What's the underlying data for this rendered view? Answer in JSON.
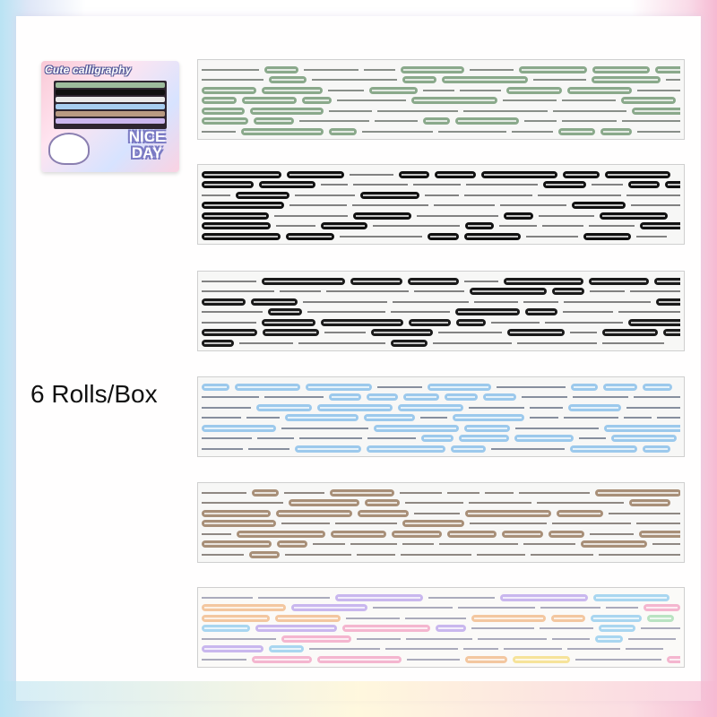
{
  "product_box": {
    "title": "Cute calligraphy",
    "nice_text_line1": "NICE",
    "nice_text_line2": "DAY"
  },
  "label": "6 Rolls/Box",
  "strips": [
    {
      "name": "green",
      "pill_color": "#8aa98b",
      "text_color": "#2f3b30"
    },
    {
      "name": "black-white",
      "pill_color": "#111111",
      "text_color": "#222222"
    },
    {
      "name": "black-outline",
      "pill_color": "#1a1a1a",
      "text_color": "#222222"
    },
    {
      "name": "blue",
      "pill_color": "#9cc9ec",
      "text_color": "#2b3a55"
    },
    {
      "name": "brown",
      "pill_color": "#a88f78",
      "text_color": "#3a2e25"
    },
    {
      "name": "pastel",
      "pill_color": "#c9b7ee",
      "text_color": "#6a6a8a"
    }
  ]
}
